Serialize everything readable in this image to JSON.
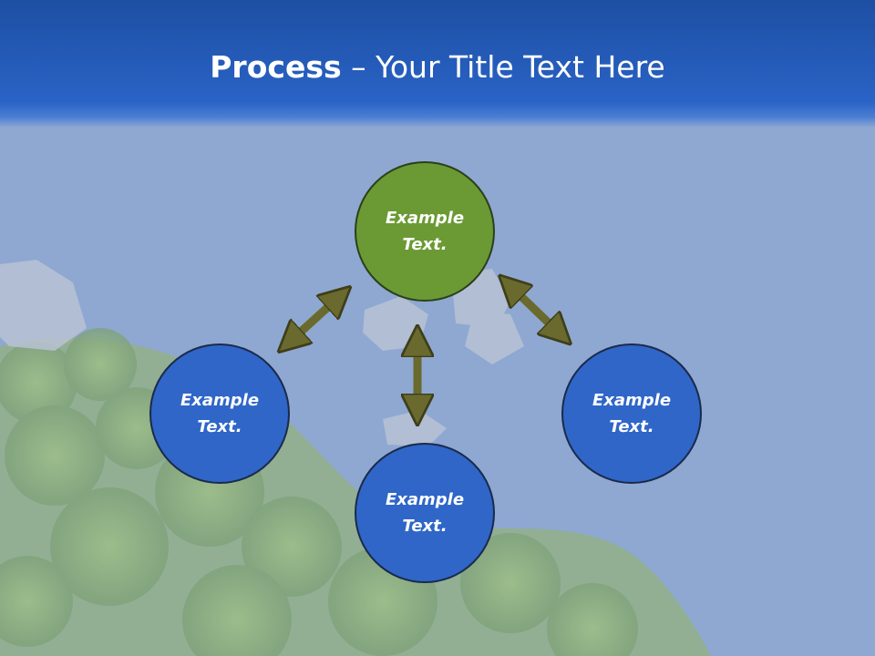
{
  "slide": {
    "title_bold": "Process",
    "title_rest": " – Your Title Text Here"
  },
  "nodes": {
    "top": {
      "text": "Example Text.",
      "color": "#6b9a34"
    },
    "left": {
      "text": "Example Text.",
      "color": "#2f66c8"
    },
    "right": {
      "text": "Example Text.",
      "color": "#2f66c8"
    },
    "bottom": {
      "text": "Example Text.",
      "color": "#2f66c8"
    }
  },
  "colors": {
    "header": "#2a63c6",
    "arrow": "#6a6a2e"
  }
}
